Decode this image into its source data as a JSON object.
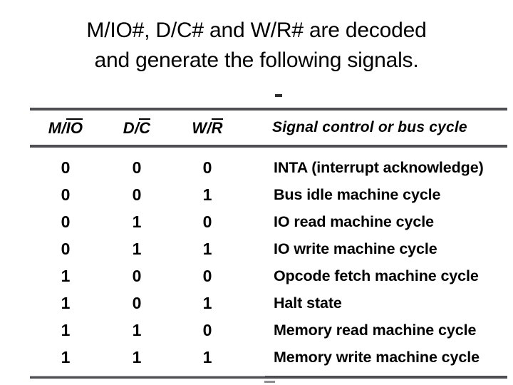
{
  "slide": {
    "title_line1": "M/IO#, D/C# and W/R# are decoded",
    "title_line2": "and generate the following signals."
  },
  "table": {
    "headers": {
      "col1_prefix": "M/",
      "col1_bar": "IO",
      "col2_prefix": "D/",
      "col2_bar": "C",
      "col3_prefix": "W/",
      "col3_bar": "R",
      "col4": "Signal control or bus cycle"
    },
    "rows": [
      {
        "mio": "0",
        "dc": "0",
        "wr": "0",
        "desc": "INTA (interrupt acknowledge)"
      },
      {
        "mio": "0",
        "dc": "0",
        "wr": "1",
        "desc": "Bus idle machine cycle"
      },
      {
        "mio": "0",
        "dc": "1",
        "wr": "0",
        "desc": "IO read machine cycle"
      },
      {
        "mio": "0",
        "dc": "1",
        "wr": "1",
        "desc": "IO write machine cycle"
      },
      {
        "mio": "1",
        "dc": "0",
        "wr": "0",
        "desc": "Opcode fetch machine cycle"
      },
      {
        "mio": "1",
        "dc": "0",
        "wr": "1",
        "desc": "Halt state"
      },
      {
        "mio": "1",
        "dc": "1",
        "wr": "0",
        "desc": "Memory read machine cycle"
      },
      {
        "mio": "1",
        "dc": "1",
        "wr": "1",
        "desc": "Memory write machine cycle"
      }
    ]
  },
  "colors": {
    "text": "#000000",
    "rule": "#4e4e53",
    "background": "#ffffff"
  }
}
